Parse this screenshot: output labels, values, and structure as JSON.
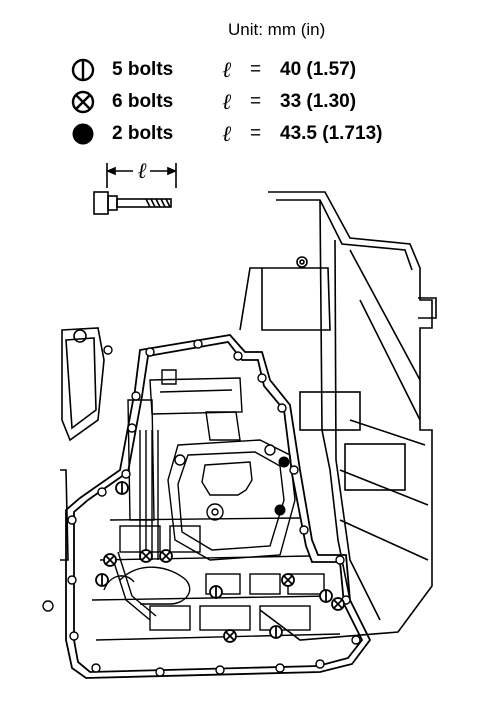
{
  "unit_label": "Unit: mm (in)",
  "bolt_legend": [
    {
      "symbol": "circle-with-vertical-bar-icon",
      "count": "5 bolts",
      "length_symbol": "ℓ",
      "equals": "=",
      "value": "40 (1.57)"
    },
    {
      "symbol": "circle-with-x-icon",
      "count": "6 bolts",
      "length_symbol": "ℓ",
      "equals": "=",
      "value": "33 (1.30)"
    },
    {
      "symbol": "filled-circle-icon",
      "count": "2 bolts",
      "length_symbol": "ℓ",
      "equals": "=",
      "value": "43.5 (1.713)"
    }
  ],
  "bolt_diagram": {
    "length_symbol": "ℓ"
  },
  "colors": {
    "ink": "#000000",
    "paper": "#ffffff"
  }
}
